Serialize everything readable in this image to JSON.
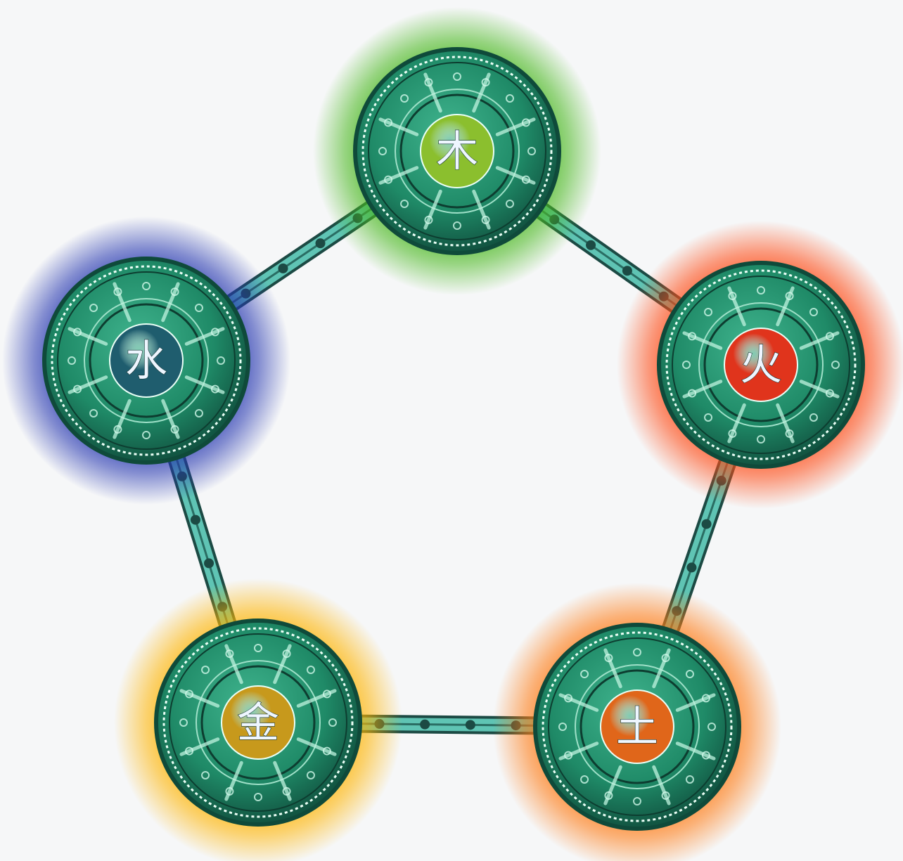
{
  "elements": [
    {
      "id": "wood",
      "glyph": "木",
      "glow": "#49b81f",
      "core": "#8bbf2e"
    },
    {
      "id": "fire",
      "glyph": "火",
      "glow": "#ff4a14",
      "core": "#e0341c"
    },
    {
      "id": "earth",
      "glyph": "土",
      "glow": "#ff7a12",
      "core": "#e0661a"
    },
    {
      "id": "metal",
      "glyph": "金",
      "glow": "#ffb400",
      "core": "#c7991c"
    },
    {
      "id": "water",
      "glyph": "水",
      "glow": "#2536b0",
      "core": "#1f5d6e"
    }
  ],
  "colors": {
    "background": "#f6f7f8",
    "medallion": "#1f8a67",
    "medallion_dark": "#0f4a3a",
    "chain": "#5fc4b4",
    "chain_dark": "#1c4a44"
  }
}
